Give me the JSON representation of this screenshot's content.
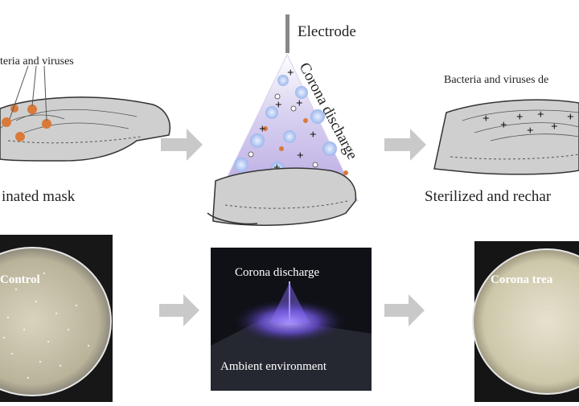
{
  "top": {
    "electrode_label": "Electrode",
    "corona_label": "Corona discharge",
    "bacteria_label_left": "teria and viruses",
    "bacteria_label_right": "Bacteria and viruses de",
    "caption_left": "inated mask",
    "caption_right": "Sterilized and rechar"
  },
  "bottom": {
    "control_label": "Control",
    "corona_discharge_label": "Corona discharge",
    "ambient_label": "Ambient environment",
    "corona_treated_label": "Corona trea"
  },
  "colors": {
    "arrow": "#c9c9c9",
    "mask_fill": "#cfcfcf",
    "bacteria": "#d97a3a",
    "corona_purple": "#7b5fc0",
    "plasma_glow": "#8a6cff"
  }
}
